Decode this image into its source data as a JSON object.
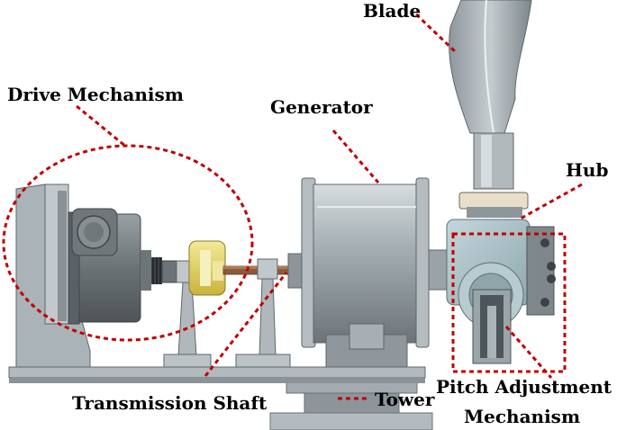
{
  "labels": {
    "blade": "Blade",
    "drive_mechanism": "Drive Mechanism",
    "generator": "Generator",
    "hub": "Hub",
    "transmission_shaft": "Transmission Shaft",
    "tower": "Tower",
    "pitch_adjustment_line1": "Pitch Adjustment",
    "pitch_adjustment_line2": "Mechanism"
  },
  "colors": {
    "annotation": "#c00000",
    "metal_light": "#c8cfd3",
    "metal_mid": "#9aa3a8",
    "metal_dark": "#5f676c",
    "motor_body": "#70777b",
    "coupling_yellow": "#e8d95a",
    "shaft_brown": "#8a5a3c",
    "hub_blue": "#a9c4cc"
  }
}
